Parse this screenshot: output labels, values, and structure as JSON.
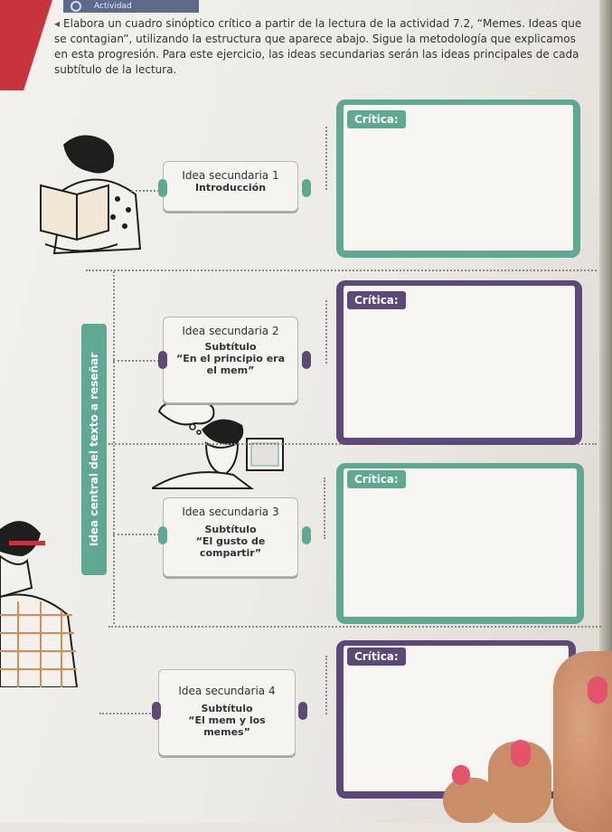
{
  "header": {
    "tab_label": "Actividad"
  },
  "instructions": {
    "marker": "◂",
    "text": "Elabora un cuadro sinóptico crítico a partir de la lectura de la actividad 7.2, “Memes. Ideas que se contagian”, utilizando la estructura que aparece abajo. Sigue la metodología que explicamos en esta progresión. Para este ejercicio, las ideas secundarias serán las ideas principales de cada subtítulo de la lectura."
  },
  "central_idea": "Idea central del texto a reseñar",
  "ideas": [
    {
      "title": "Idea secundaria 1",
      "subtitle": "Introducción",
      "quote": ""
    },
    {
      "title": "Idea secundaria 2",
      "subtitle": "Subtítulo",
      "quote": "“En el principio era el mem”"
    },
    {
      "title": "Idea secundaria 3",
      "subtitle": "Subtítulo",
      "quote": "“El gusto de compartir”"
    },
    {
      "title": "Idea secundaria 4",
      "subtitle": "Subtítulo",
      "quote": "“El mem y los memes”"
    }
  ],
  "critiques": [
    {
      "label": "Crítica:",
      "color": "#5fa993",
      "value": ""
    },
    {
      "label": "Crítica:",
      "color": "#5d4978",
      "value": ""
    },
    {
      "label": "Crítica:",
      "color": "#5fa993",
      "value": ""
    },
    {
      "label": "Crítica:",
      "color": "#5d4978",
      "value": ""
    }
  ],
  "colors": {
    "teal": "#5fa993",
    "purple": "#5d4978",
    "red": "#c8343e"
  }
}
